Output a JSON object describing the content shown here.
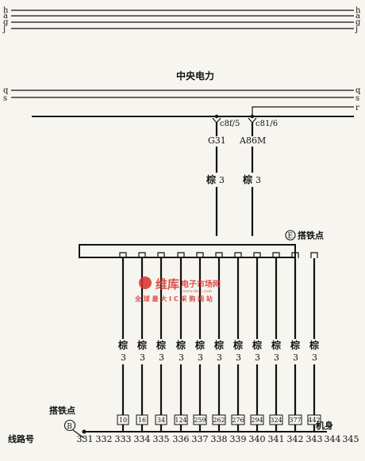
{
  "top_bus_labels": [
    "h",
    "a",
    "g",
    "j"
  ],
  "title": "中央电力",
  "mid_bus_labels": [
    "q",
    "s"
  ],
  "feed_bus_label": "r",
  "connectors": [
    {
      "pin": "c8f/5",
      "name": "G31",
      "wire": "棕",
      "gauge": "3"
    },
    {
      "pin": "c81/6",
      "name": "A86M",
      "wire": "棕",
      "gauge": "3"
    }
  ],
  "ground_point_e": {
    "badge": "E",
    "label": "搭铁点"
  },
  "ground_point_b": {
    "badge": "B",
    "label": "搭铁点"
  },
  "branch_wires": [
    {
      "color": "棕",
      "gauge": "3"
    },
    {
      "color": "棕",
      "gauge": "3"
    },
    {
      "color": "棕",
      "gauge": "3"
    },
    {
      "color": "棕",
      "gauge": "3"
    },
    {
      "color": "棕",
      "gauge": "3"
    },
    {
      "color": "棕",
      "gauge": "3"
    },
    {
      "color": "棕",
      "gauge": "3"
    },
    {
      "color": "棕",
      "gauge": "3"
    },
    {
      "color": "棕",
      "gauge": "3"
    },
    {
      "color": "棕",
      "gauge": "3"
    },
    {
      "color": "棕",
      "gauge": "3"
    }
  ],
  "ref_boxes": [
    "10",
    "16",
    "34",
    "124",
    "259",
    "262",
    "276",
    "294",
    "324",
    "377",
    "442"
  ],
  "body_label": "机身",
  "line_number_label": "线路号",
  "line_numbers": [
    "331",
    "332",
    "333",
    "334",
    "335",
    "336",
    "337",
    "338",
    "339",
    "340",
    "341",
    "342",
    "343",
    "344",
    "345"
  ],
  "watermark": {
    "logo": "维库",
    "line1": "电子市场网",
    "line2": "全 球 最 大   I C 采 购 网 站",
    "url": "www.dzsc.com"
  }
}
